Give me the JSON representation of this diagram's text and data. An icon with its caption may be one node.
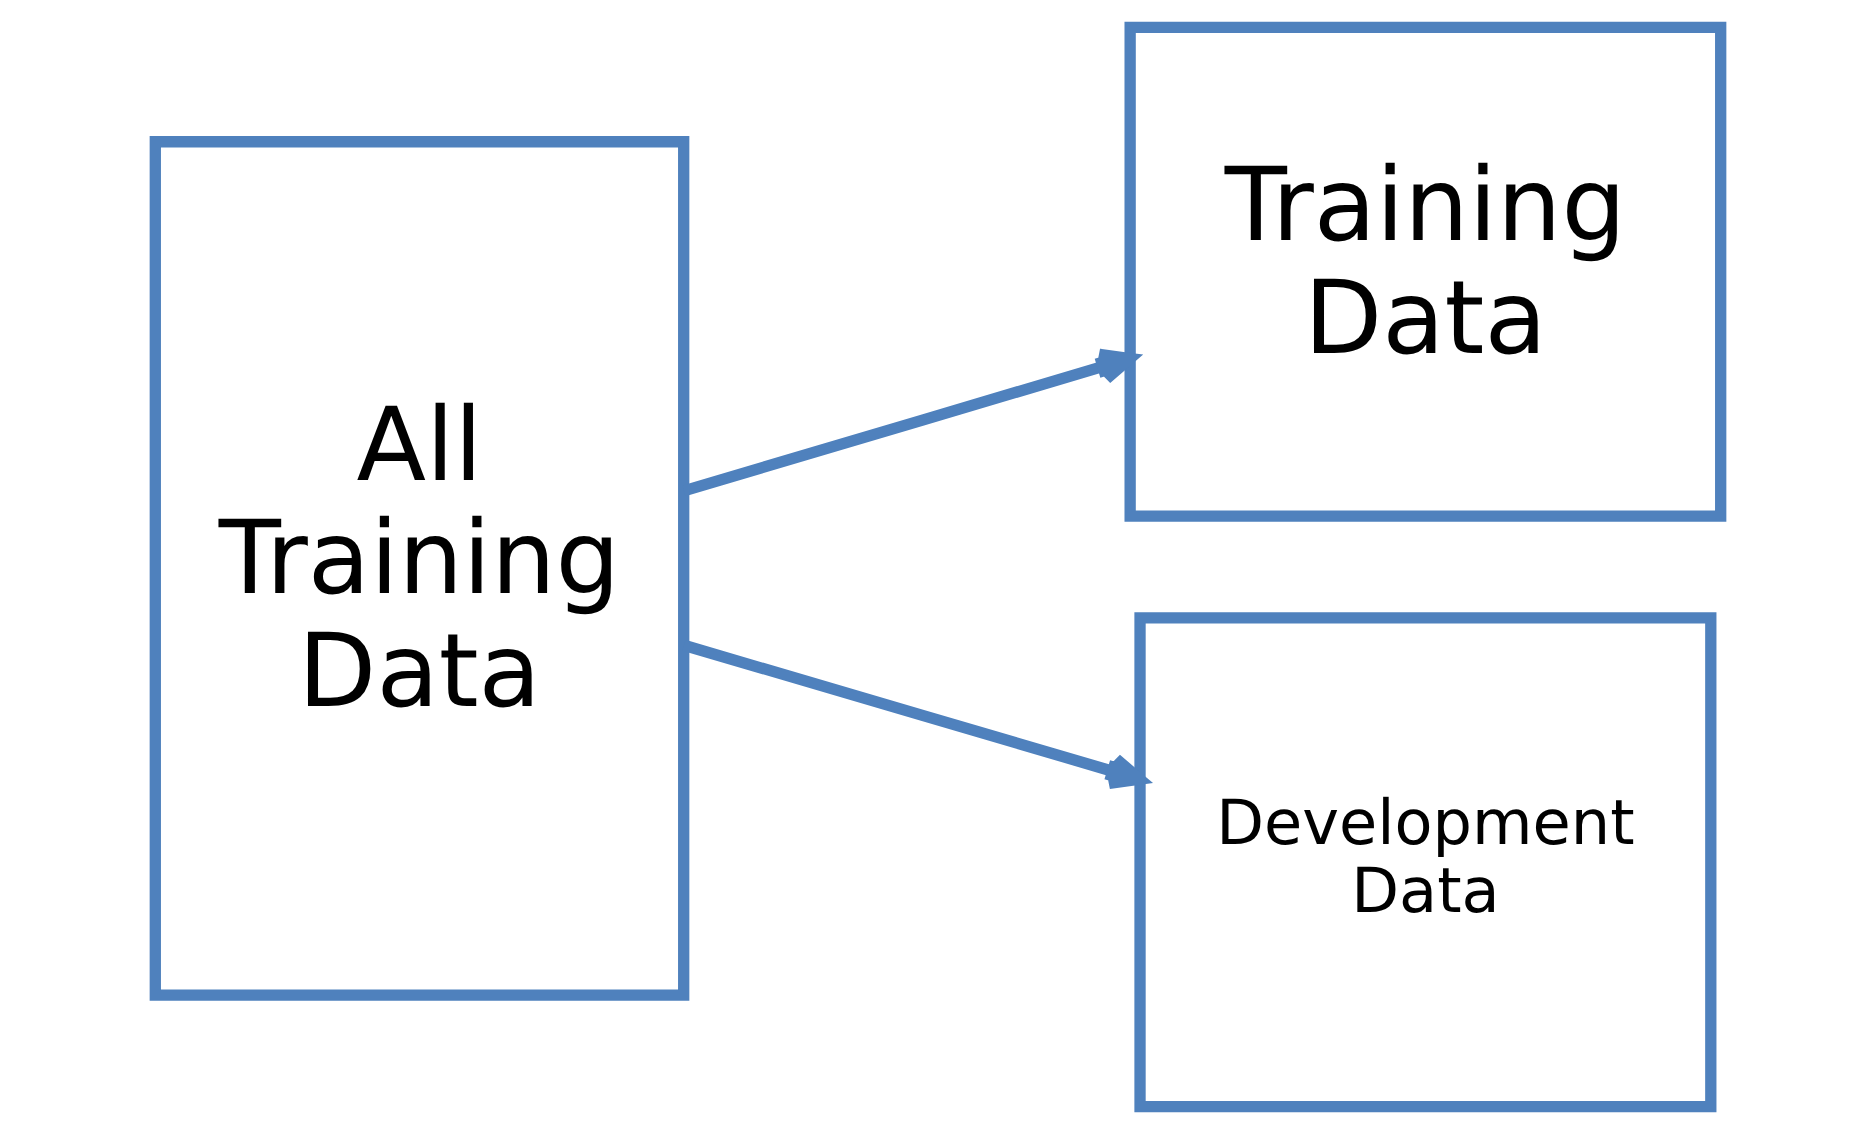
{
  "diagram": {
    "nodes": [
      {
        "text": [
          "All Training Data"
        ]
      },
      {
        "text": [
          "Training Data"
        ]
      },
      {
        "text": [
          "Development Data"
        ]
      }
    ],
    "edges": [
      {
        "from": 0,
        "to": 1,
        "arrow": "to"
      },
      {
        "from": 0,
        "to": 2,
        "arrow": "to"
      }
    ]
  }
}
